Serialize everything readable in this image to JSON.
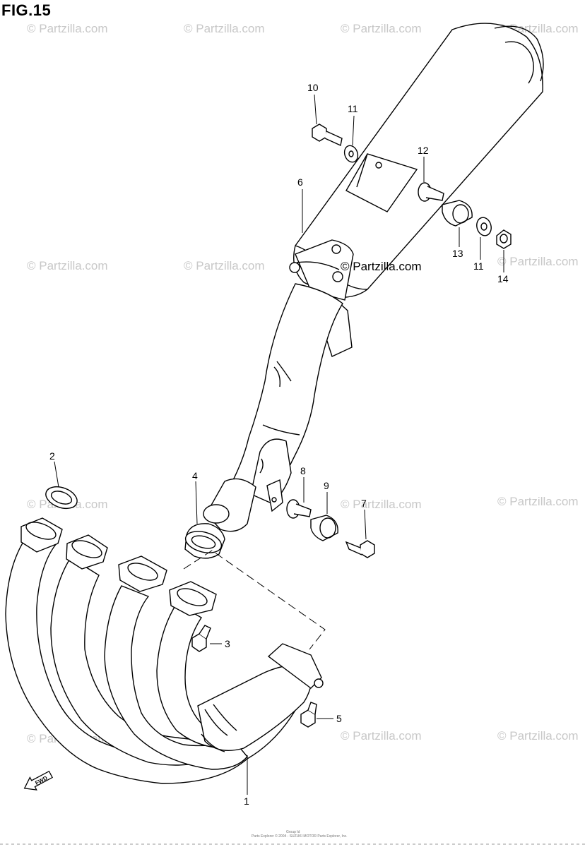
{
  "figure": {
    "title": "FIG.15"
  },
  "callouts": [
    {
      "id": "1",
      "label": "1"
    },
    {
      "id": "2",
      "label": "2"
    },
    {
      "id": "3",
      "label": "3"
    },
    {
      "id": "4",
      "label": "4"
    },
    {
      "id": "5",
      "label": "5"
    },
    {
      "id": "6",
      "label": "6"
    },
    {
      "id": "7",
      "label": "7"
    },
    {
      "id": "8",
      "label": "8"
    },
    {
      "id": "9",
      "label": "9"
    },
    {
      "id": "10",
      "label": "10"
    },
    {
      "id": "11a",
      "label": "11"
    },
    {
      "id": "11b",
      "label": "11"
    },
    {
      "id": "12",
      "label": "12"
    },
    {
      "id": "13",
      "label": "13"
    },
    {
      "id": "14",
      "label": "14"
    }
  ],
  "watermark": {
    "text": "© Partzilla.com"
  },
  "center_brand": {
    "text": "© Partzilla.com"
  },
  "fwd_arrow": {
    "label": "FWD"
  },
  "footer": {
    "line1": "Group Id",
    "line2": "Parts Explorer © 2004 - SUZUKI MOTOR Parts Explorer, Inc."
  }
}
